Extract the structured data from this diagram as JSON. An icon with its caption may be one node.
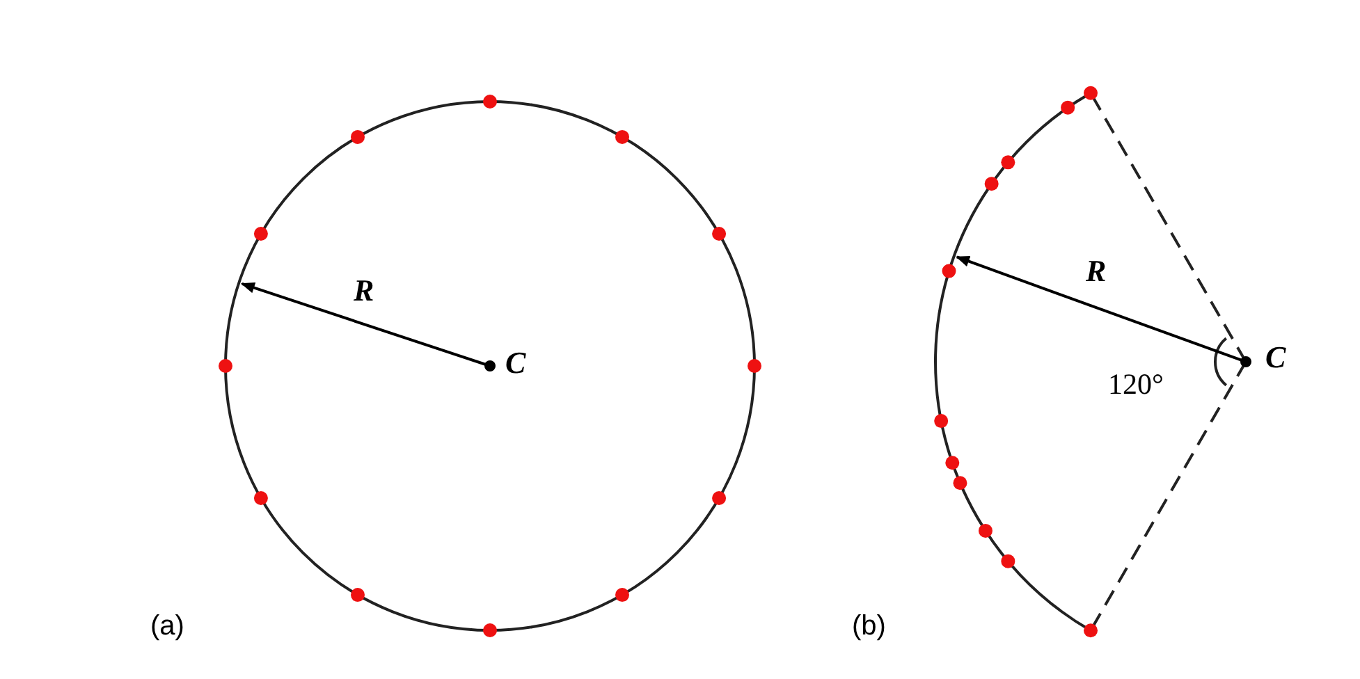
{
  "diagram": {
    "labels": [
      "R",
      "C",
      "(a)",
      "R",
      "C",
      "120°",
      "(b)"
    ]
  }
}
